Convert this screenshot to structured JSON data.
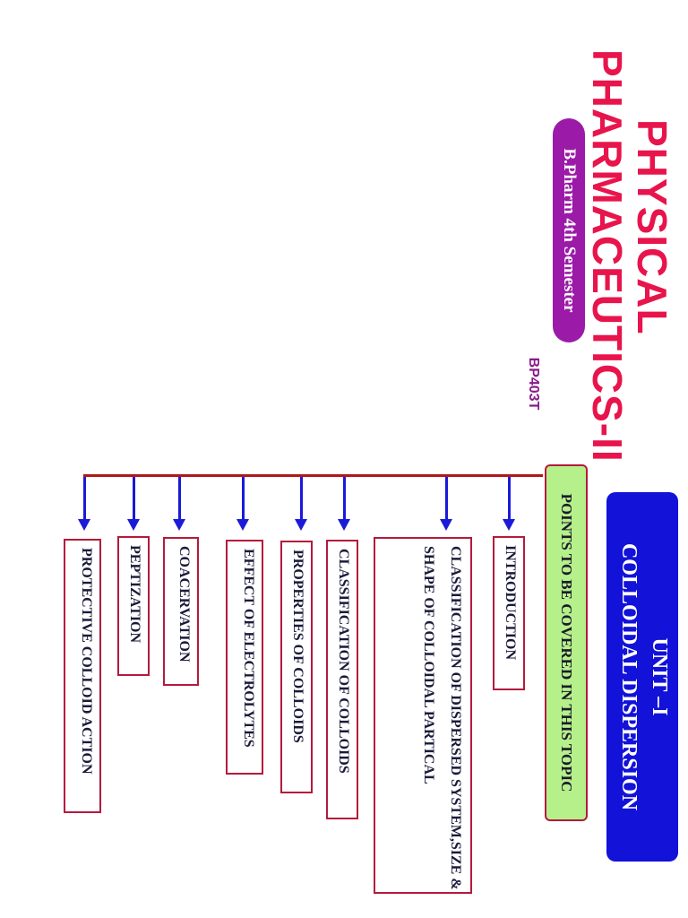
{
  "header": {
    "title_line1": "PHYSICAL",
    "title_line2": "PHARMACEUTICS-II",
    "semester_badge": "B.Pharm 4th Semester",
    "course_code": "BP403T"
  },
  "unit": {
    "line1": "UNIT –I",
    "line2": "COLLOIDAL DISPERSION"
  },
  "points_heading": "POINTS TO BE COVERED IN THIS TOPIC",
  "topics": [
    "INTRODUCTION",
    "CLASSIFICATION OF DISPERSED SYSTEM,SIZE & SHAPE OF COLLOIDAL PARTICAL",
    "CLASSIFICATION OF COLLOIDS",
    "PROPERTIES OF COLLOIDS",
    "EFFECT OF ELECTROLYTES",
    "COACERVATION",
    "PEPTIZATION",
    "PROTECTIVE COLLOID ACTION"
  ],
  "colors": {
    "title": "#e8144c",
    "badge": "#9b1aa8",
    "unit_box": "#1212d8",
    "points_box": "#b6f08a",
    "connector": "#b01818",
    "arrow": "#1a1ad8",
    "box_border": "#b41a3c"
  }
}
